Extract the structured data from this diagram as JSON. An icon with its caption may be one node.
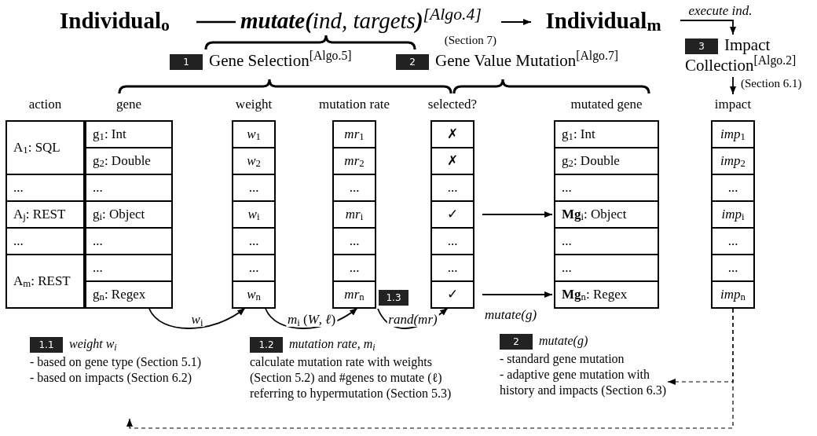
{
  "diagram": {
    "nodes": [
      {
        "text": [
          "Individual$_{o}$"
        ]
      },
      {
        "text": [
          "**mutate(**ind, targets**)**$^{[Algo.4]}$"
        ],
        "beside": [
          "(Section 7)"
        ]
      },
      {
        "text": [
          "Individual$_{m}$"
        ]
      },
      {
        "text": [
          "3",
          "Impact Collection$^{[Algo.2]}$"
        ]
      },
      {
        "text": [
          "1",
          "Gene Selection$^{[Algo.5]}$"
        ]
      },
      {
        "text": [
          "2",
          "Gene Value Mutation$^{[Algo.7]}$"
        ]
      },
      {
        "text": [
          "action"
        ]
      },
      {
        "text": [
          "A$_{1}$: SQL"
        ],
        "in": 6
      },
      {
        "text": [
          "..."
        ],
        "in": 6
      },
      {
        "text": [
          "A$_{j}$: REST"
        ],
        "in": 6
      },
      {
        "text": [
          "..."
        ],
        "in": 6
      },
      {
        "text": [
          "A$_{m}$: REST"
        ],
        "in": 6
      },
      {
        "text": [
          "gene"
        ]
      },
      {
        "text": [
          "g$_{1}$: Int"
        ],
        "in": 12
      },
      {
        "text": [
          "g$_{2}$: Double"
        ],
        "in": 12
      },
      {
        "text": [
          "..."
        ],
        "in": 12
      },
      {
        "text": [
          "g$_{i}$: Object"
        ],
        "in": 12
      },
      {
        "text": [
          "..."
        ],
        "in": 12
      },
      {
        "text": [
          "..."
        ],
        "in": 12
      },
      {
        "text": [
          "g$_{n}$: Regex"
        ],
        "in": 12
      },
      {
        "text": [
          "weight"
        ]
      },
      {
        "text": [
          "*w*$_{1}$"
        ],
        "in": 20
      },
      {
        "text": [
          "*w*$_{2}$"
        ],
        "in": 20
      },
      {
        "text": [
          "..."
        ],
        "in": 20
      },
      {
        "text": [
          "*w*$_{i}$"
        ],
        "in": 20
      },
      {
        "text": [
          "..."
        ],
        "in": 20
      },
      {
        "text": [
          "..."
        ],
        "in": 20
      },
      {
        "text": [
          "*w*$_{n}$"
        ],
        "in": 20
      },
      {
        "text": [
          "mutation rate"
        ]
      },
      {
        "text": [
          "*mr*$_{1}$"
        ],
        "in": 28
      },
      {
        "text": [
          "*mr*$_{2}$"
        ],
        "in": 28
      },
      {
        "text": [
          "..."
        ],
        "in": 28
      },
      {
        "text": [
          "*mr*$_{i}$"
        ],
        "in": 28
      },
      {
        "text": [
          "..."
        ],
        "in": 28
      },
      {
        "text": [
          "..."
        ],
        "in": 28
      },
      {
        "text": [
          "*mr*$_{n}$"
        ],
        "in": 28
      },
      {
        "text": [
          "selected?"
        ]
      },
      {
        "text": [
          "✗"
        ],
        "in": 36
      },
      {
        "text": [
          "✗"
        ],
        "in": 36
      },
      {
        "text": [
          "..."
        ],
        "in": 36
      },
      {
        "text": [
          "✓"
        ],
        "in": 36
      },
      {
        "text": [
          "..."
        ],
        "in": 36
      },
      {
        "text": [
          "..."
        ],
        "in": 36
      },
      {
        "text": [
          "✓"
        ],
        "in": 36
      },
      {
        "text": [
          "mutated gene"
        ]
      },
      {
        "text": [
          "g$_{1}$: Int"
        ],
        "in": 44
      },
      {
        "text": [
          "g$_{2}$: Double"
        ],
        "in": 44
      },
      {
        "text": [
          "..."
        ],
        "in": 44
      },
      {
        "text": [
          "**Mg**$_{i}$: Object"
        ],
        "in": 44
      },
      {
        "text": [
          "..."
        ],
        "in": 44
      },
      {
        "text": [
          "..."
        ],
        "in": 44
      },
      {
        "text": [
          "**Mg**$_{n}$: Regex"
        ],
        "in": 44
      },
      {
        "text": [
          "impact"
        ]
      },
      {
        "text": [
          "*imp*$_{1}$"
        ],
        "in": 52
      },
      {
        "text": [
          "*imp*$_{2}$"
        ],
        "in": 52
      },
      {
        "text": [
          "..."
        ],
        "in": 52
      },
      {
        "text": [
          "*imp*$_{i}$"
        ],
        "in": 52
      },
      {
        "text": [
          "..."
        ],
        "in": 52
      },
      {
        "text": [
          "..."
        ],
        "in": 52
      },
      {
        "text": [
          "*imp*$_{n}$"
        ],
        "in": 52
      },
      {
        "text": [
          "1.1",
          "weight w$_{i}$",
          "- based on gene type (Section 5.1)",
          "- based on impacts (Section 6.2)"
        ]
      },
      {
        "text": [
          "1.2",
          "mutation rate, m$_{i}$",
          "calculate mutation rate with weights (Section 5.2) and #genes to mutate (ℓ) referring to hypermutation (Section 5.3)"
        ]
      },
      {
        "text": [
          "2",
          "mutate(g)",
          "- standard gene mutation",
          "- adaptive gene mutation with history and impacts (Section 6.3)"
        ]
      },
      {
        "text": [
          "1.3"
        ]
      }
    ],
    "edges": [
      {
        "from": 0,
        "to": 1,
        "arrow": "none"
      },
      {
        "from": 1,
        "to": 2,
        "arrow": "to"
      },
      {
        "from": 2,
        "to": 3,
        "arrow": "to",
        "label": "*execute ind.*"
      },
      {
        "from": 3,
        "to": 52,
        "arrow": "to",
        "label": "(Section 6.1)"
      },
      {
        "from": 12,
        "to": 20,
        "arrow": "to",
        "label": "*w*$_{i}$"
      },
      {
        "from": 20,
        "to": 28,
        "arrow": "to",
        "label": "*m*$_{i}$ (*W*, *ℓ*)"
      },
      {
        "from": 28,
        "to": 36,
        "arrow": "to",
        "label": "*rand(mr)*"
      },
      {
        "from": 40,
        "to": 48,
        "arrow": "to"
      },
      {
        "from": 43,
        "to": 51,
        "arrow": "to",
        "label": "*mutate(g)*"
      },
      {
        "from": 52,
        "to": 62,
        "arrow": "to",
        "style": "dashed"
      },
      {
        "from": 52,
        "to": 60,
        "arrow": "to",
        "style": "dashed"
      }
    ]
  }
}
